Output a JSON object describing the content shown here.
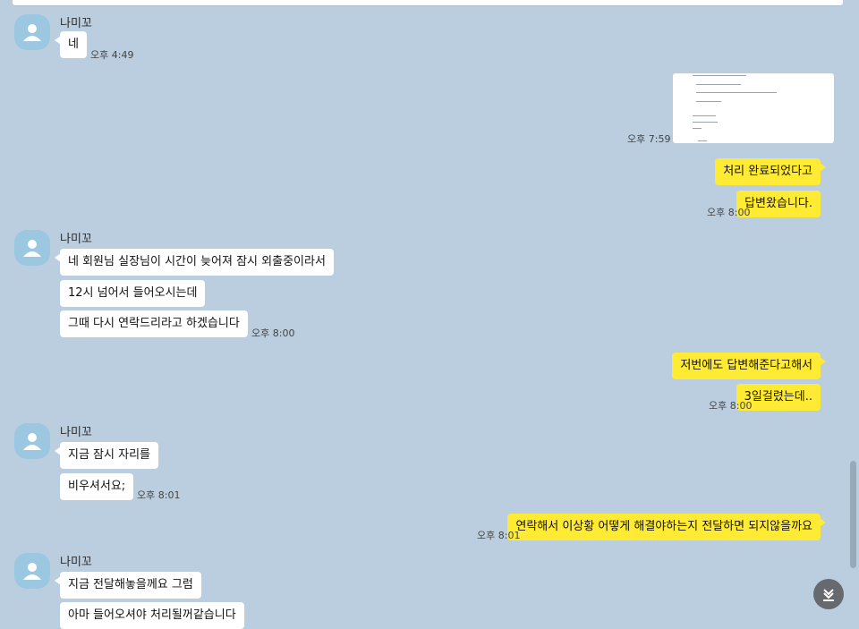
{
  "contact_name": "나미꼬",
  "messages": {
    "m1": {
      "text": "네",
      "time": "오후 4:49"
    },
    "img": {
      "time": "오후 7:59"
    },
    "o1": {
      "text": "처리 완료되었다고"
    },
    "o2": {
      "text": "답변왔습니다.",
      "time": "오후 8:00"
    },
    "m2": {
      "text": "네 회원님 실장님이 시간이 늦어져 잠시 외출중이라서"
    },
    "m3": {
      "text": "12시 넘어서 들어오시는데"
    },
    "m4": {
      "text": "그때 다시 연락드리라고 하겠습니다",
      "time": "오후 8:00"
    },
    "o3": {
      "text": "저번에도 답변해준다고해서"
    },
    "o4": {
      "text": "3일걸렸는데..",
      "time": "오후 8:00"
    },
    "m5": {
      "text": "지금 잠시 자리를"
    },
    "m6": {
      "text": "비우셔서요;",
      "time": "오후 8:01"
    },
    "o5": {
      "text": "연락해서 이상황 어떻게 해결야하는지 전달하면 되지않을까요",
      "time": "오후 8:01"
    },
    "m7": {
      "text": "지금 전달해놓을께요 그럼"
    },
    "m8": {
      "text": "아마 들어오셔야 처리될꺼같습니다"
    }
  },
  "icons": {
    "avatar": "person-icon",
    "scroll_bottom": "scroll-to-bottom-icon"
  },
  "colors": {
    "background": "#bacee0",
    "incoming_bubble": "#ffffff",
    "outgoing_bubble": "#ffeb33",
    "avatar": "#9bc8e0"
  }
}
